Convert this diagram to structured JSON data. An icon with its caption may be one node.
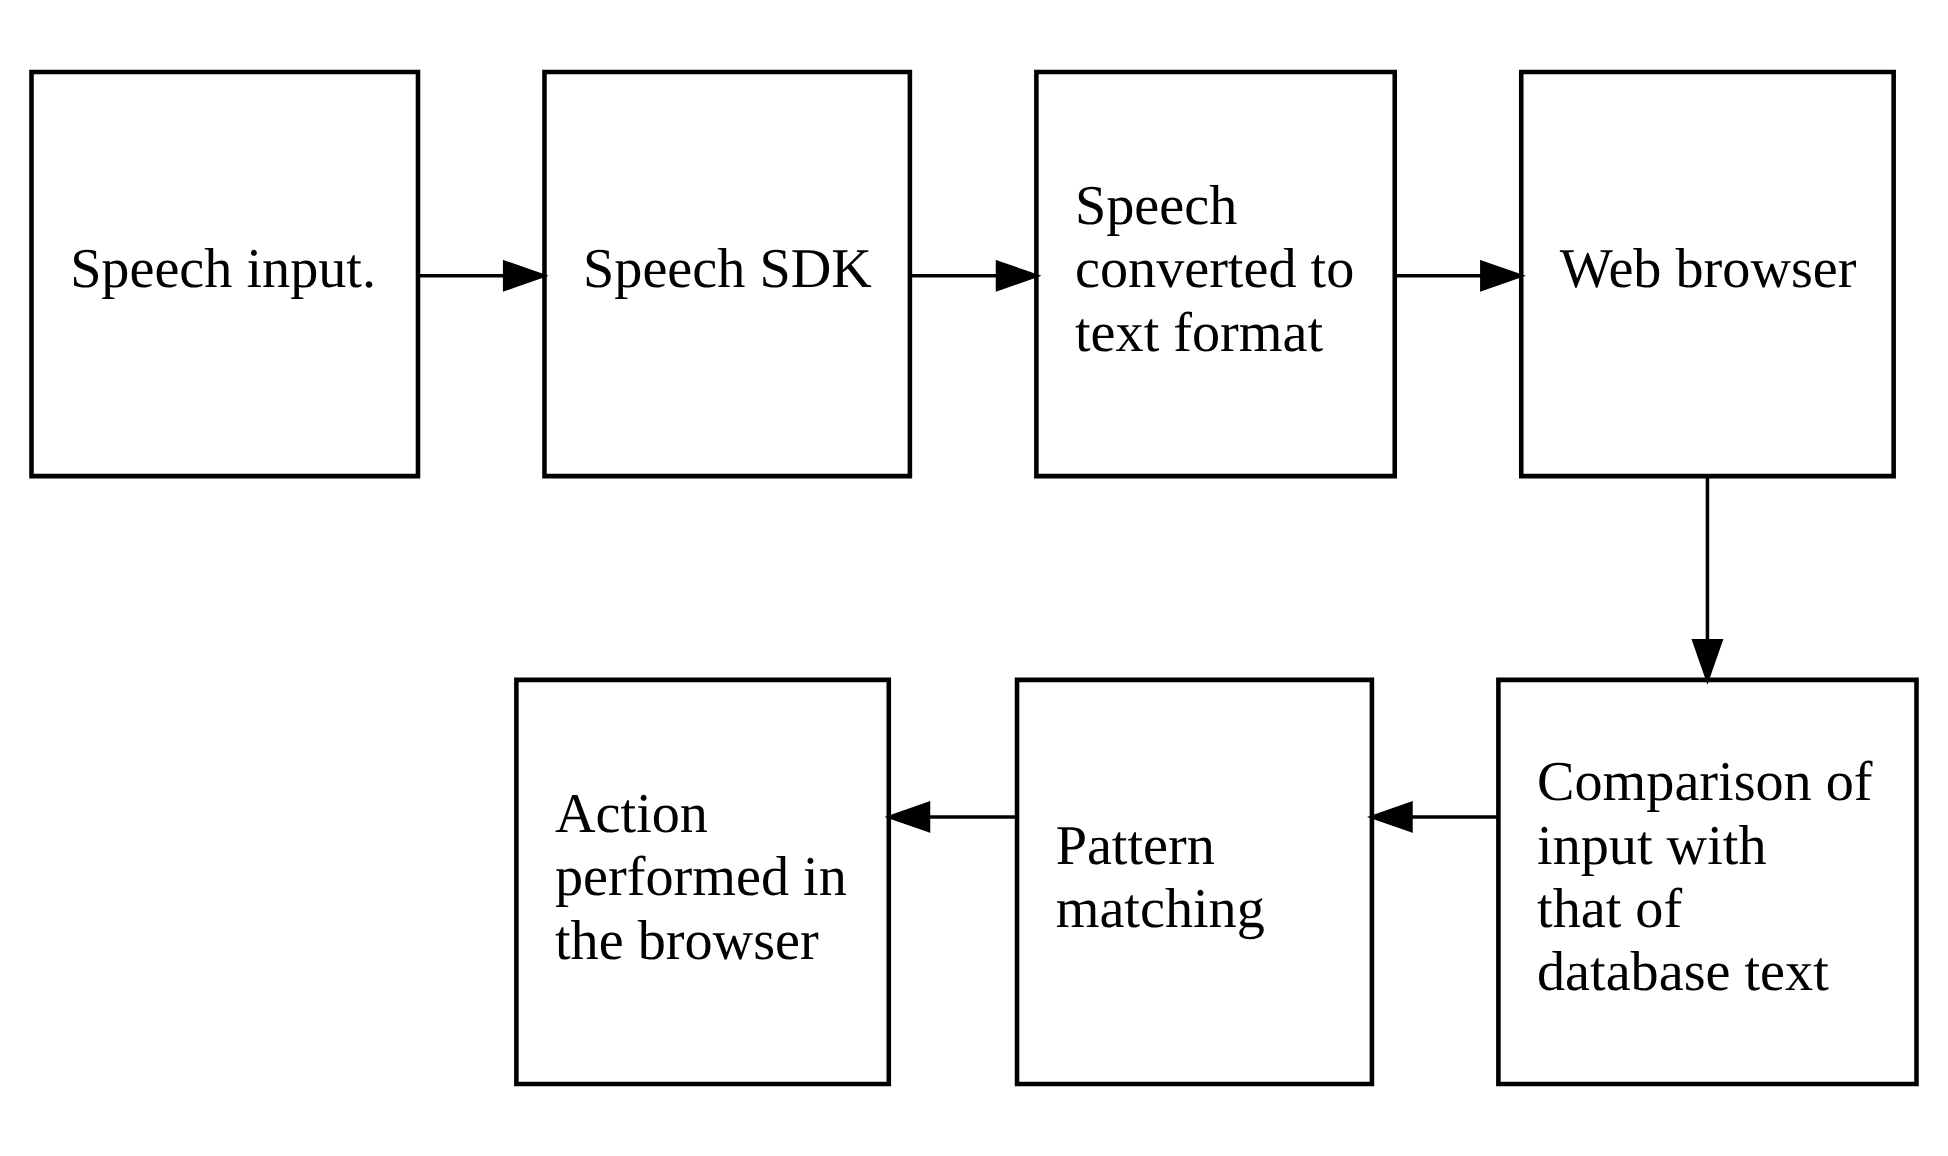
{
  "diagram": {
    "nodes": [
      {
        "text": [
          "Speech input."
        ]
      },
      {
        "text": [
          "Speech SDK"
        ]
      },
      {
        "text": [
          "Speech converted to text format"
        ]
      },
      {
        "text": [
          "Web browser"
        ]
      },
      {
        "text": [
          "Comparison of input with that of database text"
        ]
      },
      {
        "text": [
          "Pattern matching"
        ]
      },
      {
        "text": [
          "Action performed in the browser"
        ]
      }
    ],
    "edges": [
      {
        "from": 0,
        "to": 1,
        "arrow": "to"
      },
      {
        "from": 1,
        "to": 2,
        "arrow": "to"
      },
      {
        "from": 2,
        "to": 3,
        "arrow": "to"
      },
      {
        "from": 3,
        "to": 4,
        "arrow": "to"
      },
      {
        "from": 4,
        "to": 5,
        "arrow": "to"
      },
      {
        "from": 5,
        "to": 6,
        "arrow": "to"
      }
    ]
  }
}
